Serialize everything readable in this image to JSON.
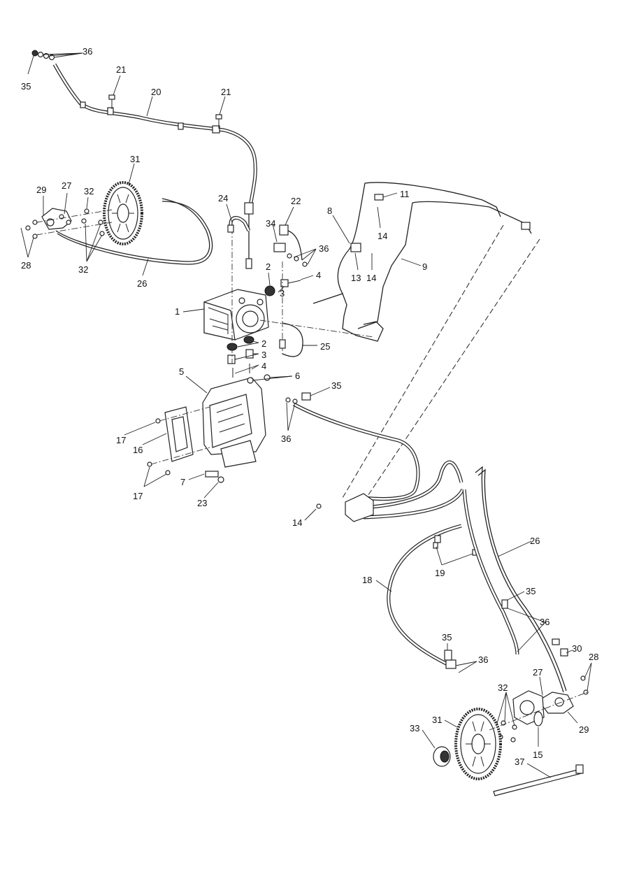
{
  "callouts": [
    {
      "text": "36"
    },
    {
      "text": "35"
    },
    {
      "text": "21"
    },
    {
      "text": "20"
    },
    {
      "text": "21"
    },
    {
      "text": "31"
    },
    {
      "text": "29"
    },
    {
      "text": "27"
    },
    {
      "text": "32"
    },
    {
      "text": "28"
    },
    {
      "text": "32"
    },
    {
      "text": "26"
    },
    {
      "text": "24"
    },
    {
      "text": "22"
    },
    {
      "text": "34"
    },
    {
      "text": "36"
    },
    {
      "text": "2"
    },
    {
      "text": "4"
    },
    {
      "text": "3"
    },
    {
      "text": "1"
    },
    {
      "text": "2"
    },
    {
      "text": "3"
    },
    {
      "text": "4"
    },
    {
      "text": "25"
    },
    {
      "text": "8"
    },
    {
      "text": "11"
    },
    {
      "text": "14"
    },
    {
      "text": "13"
    },
    {
      "text": "14"
    },
    {
      "text": "9"
    },
    {
      "text": "5"
    },
    {
      "text": "6"
    },
    {
      "text": "35"
    },
    {
      "text": "36"
    },
    {
      "text": "17"
    },
    {
      "text": "16"
    },
    {
      "text": "17"
    },
    {
      "text": "7"
    },
    {
      "text": "23"
    },
    {
      "text": "14"
    },
    {
      "text": "26"
    },
    {
      "text": "19"
    },
    {
      "text": "18"
    },
    {
      "text": "35"
    },
    {
      "text": "36"
    },
    {
      "text": "35"
    },
    {
      "text": "36"
    },
    {
      "text": "30"
    },
    {
      "text": "28"
    },
    {
      "text": "27"
    },
    {
      "text": "32"
    },
    {
      "text": "29"
    },
    {
      "text": "31"
    },
    {
      "text": "33"
    },
    {
      "text": "15"
    },
    {
      "text": "37"
    }
  ]
}
